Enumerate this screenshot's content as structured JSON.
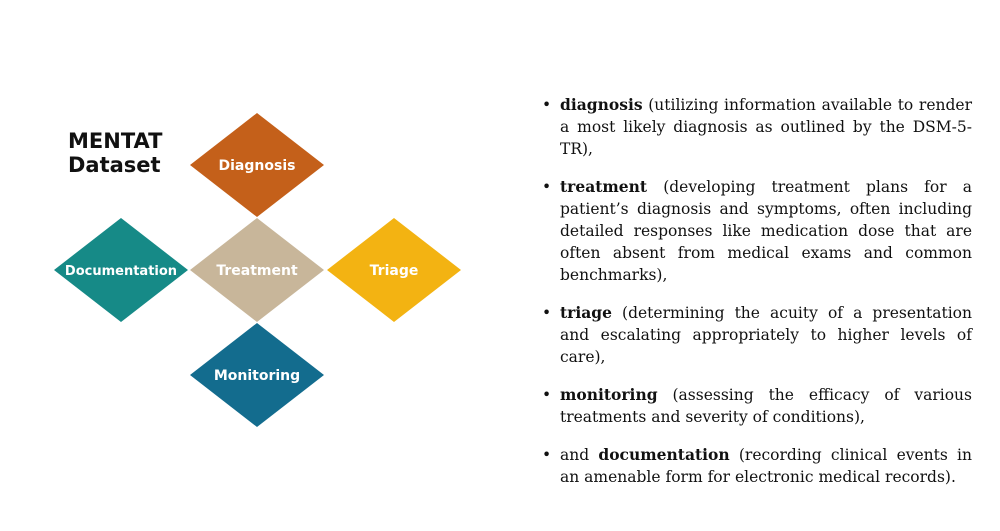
{
  "title": {
    "line1": "MENTAT",
    "line2": "Dataset"
  },
  "diamonds": {
    "diagnosis": {
      "label": "Diagnosis",
      "color": "#C4601A"
    },
    "documentation": {
      "label": "Documentation",
      "color": "#168A87"
    },
    "treatment": {
      "label": "Treatment",
      "color": "#C8B69A"
    },
    "triage": {
      "label": "Triage",
      "color": "#F3B312"
    },
    "monitoring": {
      "label": "Monitoring",
      "color": "#136C8E"
    }
  },
  "bullets": [
    {
      "prefix": "",
      "term": "diagnosis",
      "desc": " (utilizing information available to render a most likely diagnosis as outlined by the DSM-5-TR),"
    },
    {
      "prefix": "",
      "term": "treatment",
      "desc": " (developing treatment plans for a patient’s diagnosis and symptoms, often including detailed responses like medication dose that are often absent from medical exams and common benchmarks),"
    },
    {
      "prefix": "",
      "term": "triage",
      "desc": " (determining the acuity of a presentation and escalating appropriately to higher levels of care),"
    },
    {
      "prefix": "",
      "term": "monitoring",
      "desc": " (assessing the efficacy of various treatments and severity of conditions),"
    },
    {
      "prefix": "and ",
      "term": "documentation",
      "desc": " (recording clinical events in an amenable form for electronic medical records)."
    }
  ]
}
